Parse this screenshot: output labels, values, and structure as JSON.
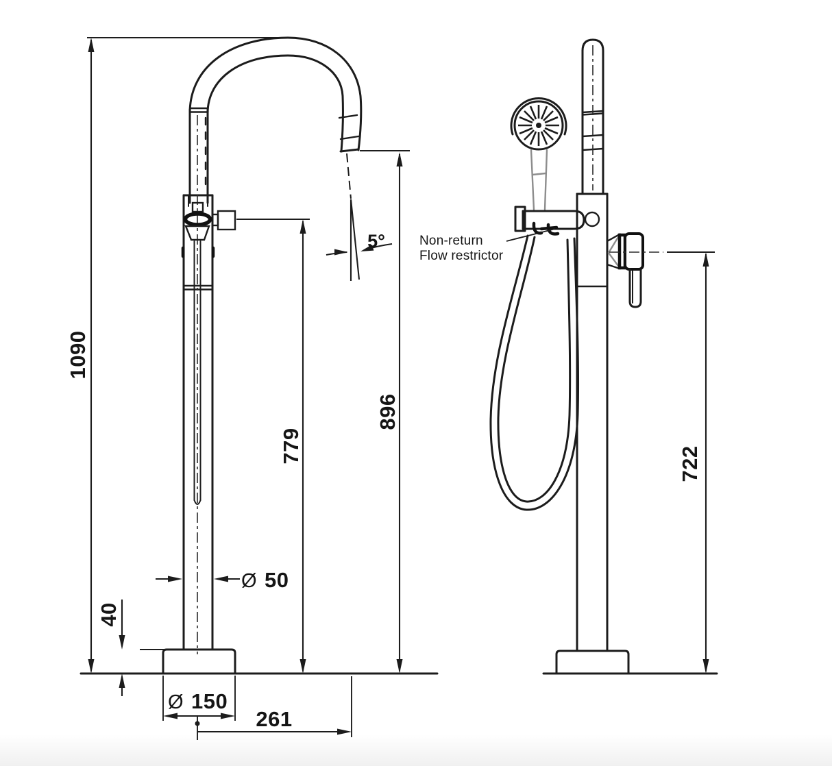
{
  "dimensions": {
    "overall_height": "1090",
    "side_outlet_height": "779",
    "spout_outlet_height": "896",
    "base_thickness": "40",
    "column_diameter": "50",
    "base_diameter": "150",
    "spout_reach": "261",
    "mixer_handle_height": "722",
    "outlet_angle": "5°",
    "diameter_prefix": "Ø"
  },
  "annotations": {
    "note_line1": "Non-return",
    "note_line2": "Flow restrictor"
  },
  "colors": {
    "line": "#1c1c1c",
    "background": "#ffffff",
    "light_gray": "#8d8d8d"
  }
}
